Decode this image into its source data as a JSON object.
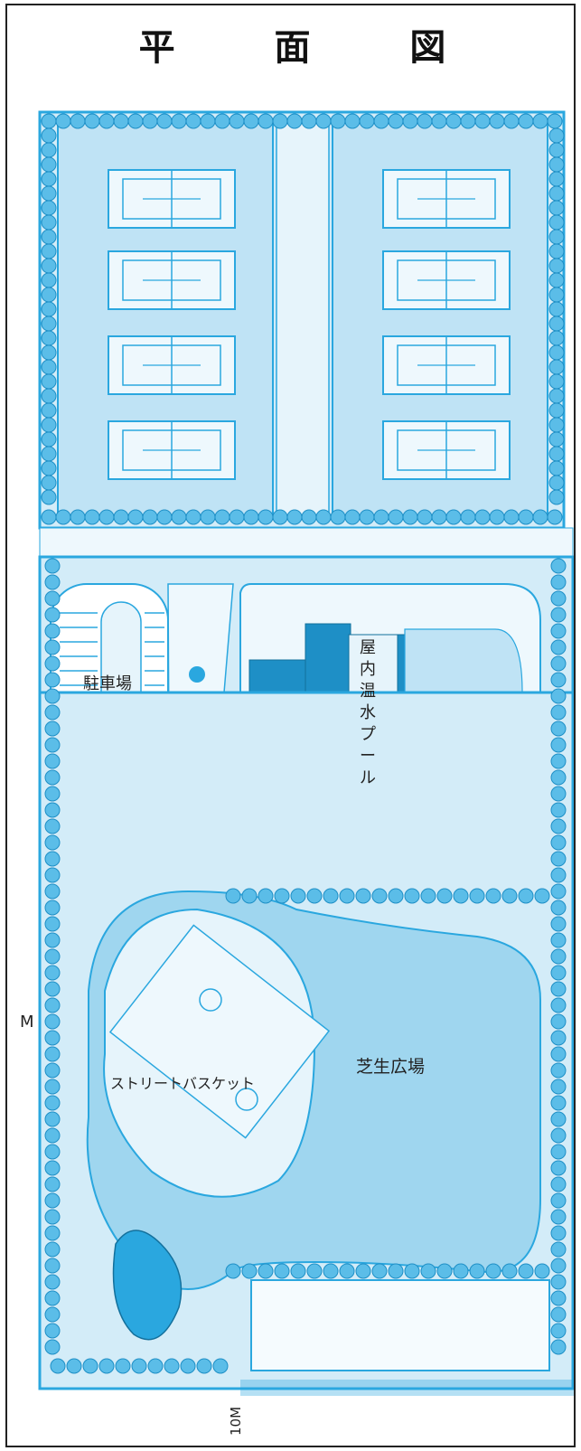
{
  "title": "平 面 図",
  "labels": {
    "parking": "駐車場",
    "pool": [
      "屋",
      "内",
      "温",
      "水",
      "プ",
      "ー",
      "ル"
    ],
    "lawn": "芝生広場",
    "basket": "ストリートバスケット",
    "scale": "10M",
    "marker": "M"
  },
  "colors": {
    "plan_blue": "#2aa7df",
    "area_fill": "#bfe3f5",
    "dark_fill": "#1e8fc6",
    "tree": "#5bbde8"
  }
}
